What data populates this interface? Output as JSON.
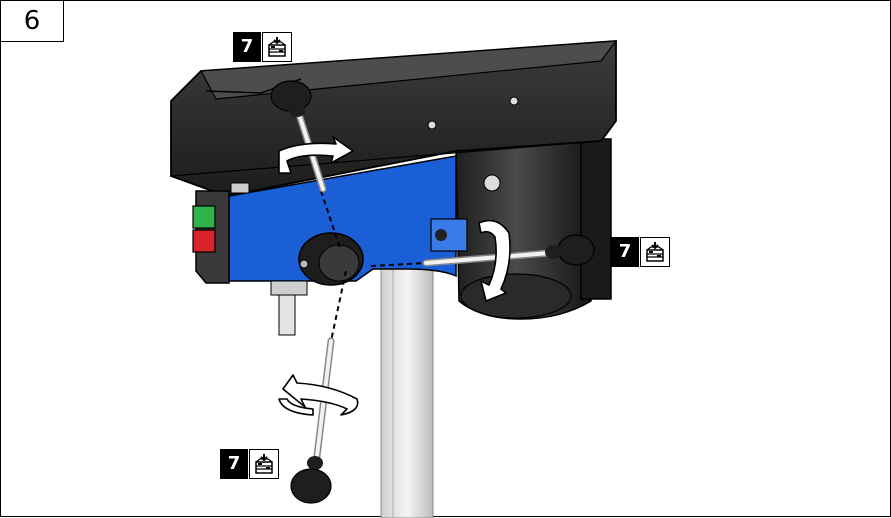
{
  "figure": {
    "number": "6",
    "callouts": [
      {
        "id": "top",
        "step": "7",
        "icon": "assembly-box-icon"
      },
      {
        "id": "right",
        "step": "7",
        "icon": "assembly-box-icon"
      },
      {
        "id": "bottom",
        "step": "7",
        "icon": "assembly-box-icon"
      }
    ]
  },
  "colors": {
    "housing": "#2a2a2a",
    "blue_plate": "#1a5fd6",
    "green_switch": "#2fb34a",
    "red_switch": "#d8232a",
    "column": "#e8e8e8"
  }
}
